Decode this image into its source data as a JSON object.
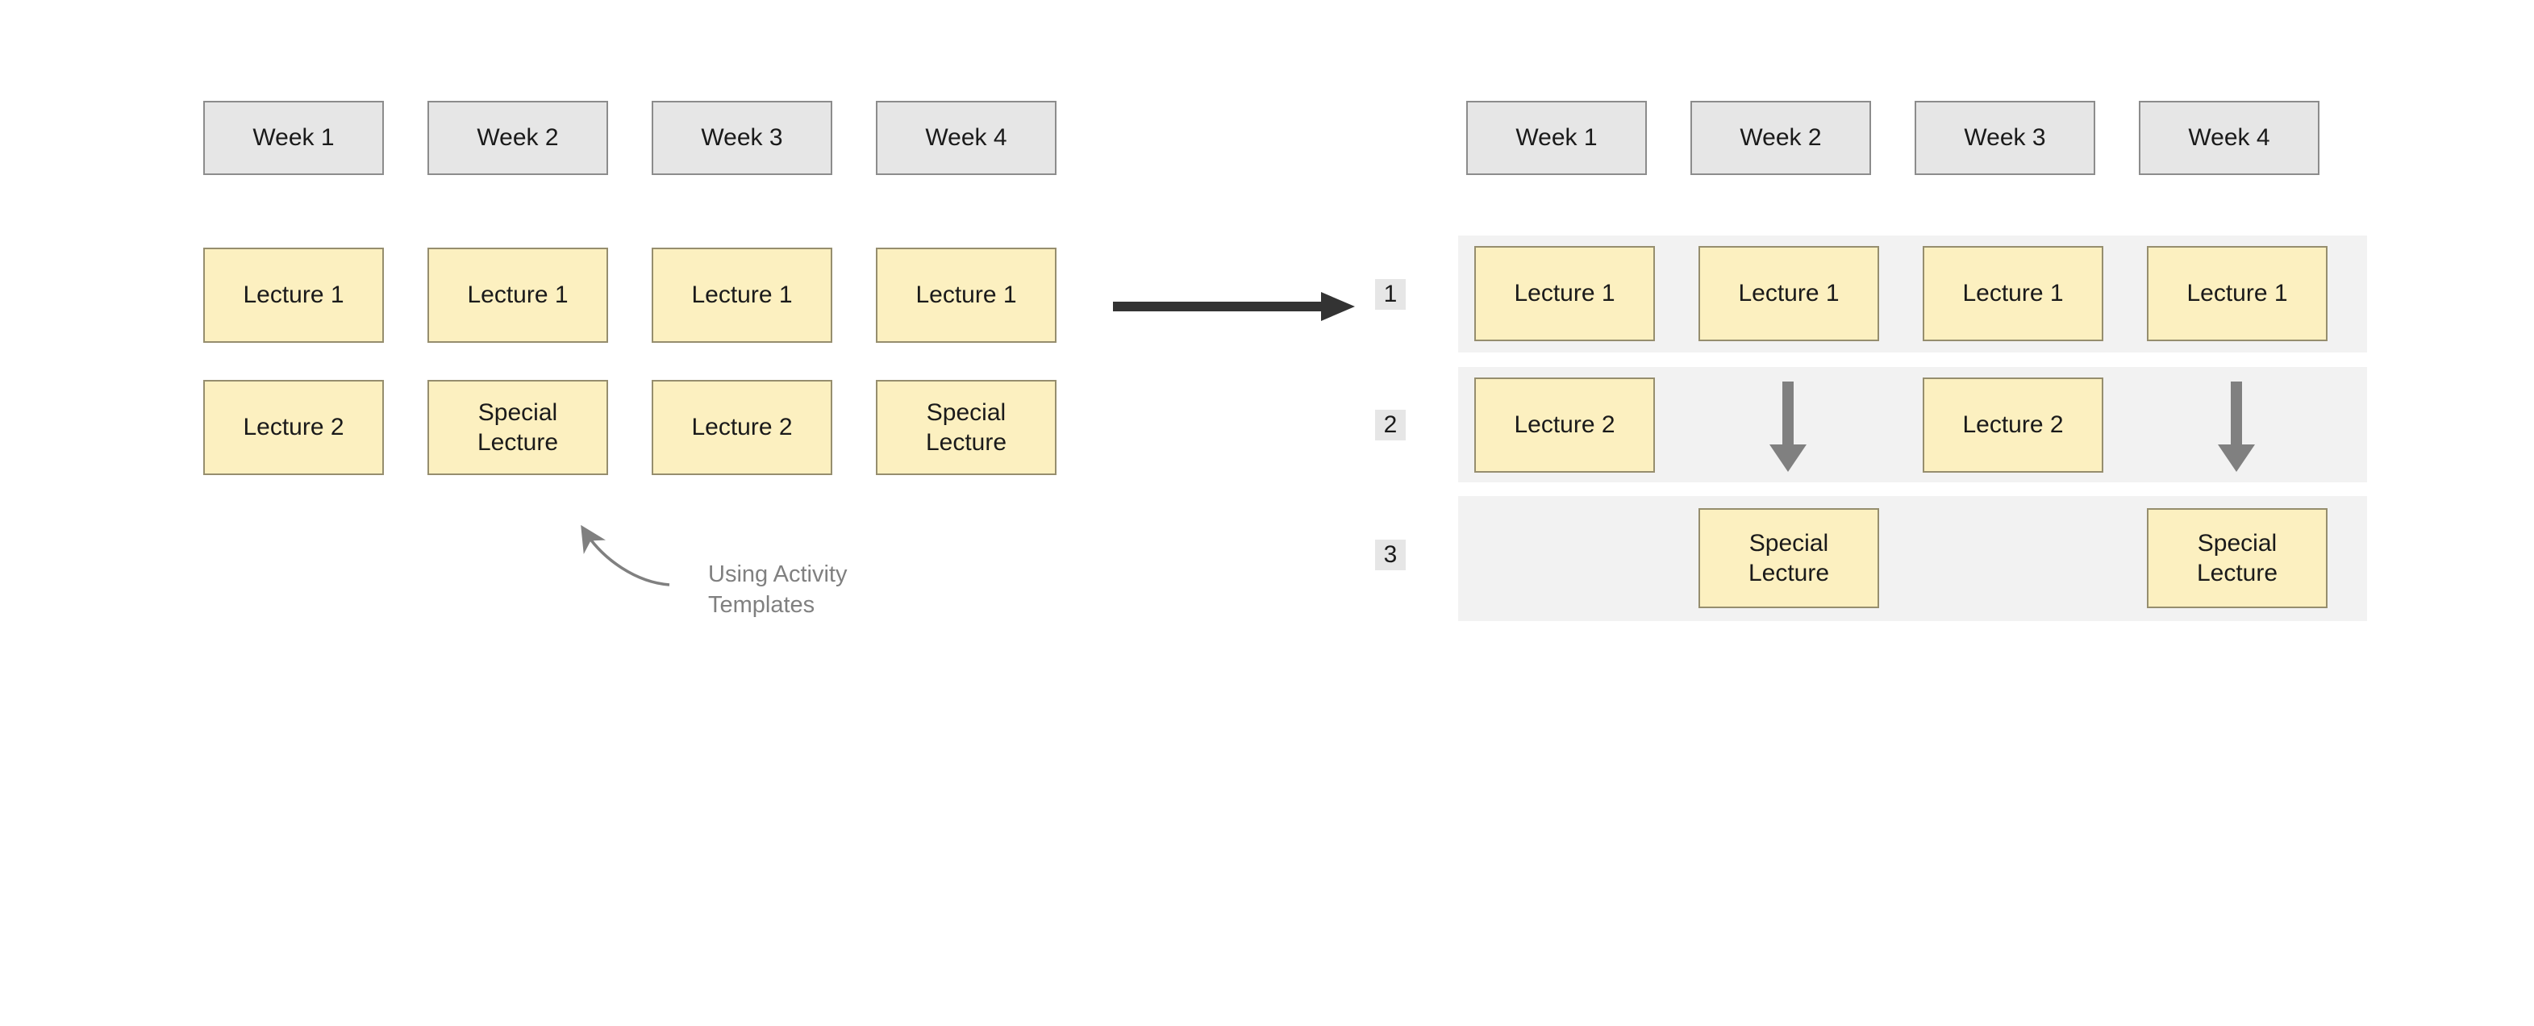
{
  "diagram": {
    "title": "Activity Templates Timetable Transformation",
    "colors": {
      "lecture_fill": "#FCF0C0",
      "lecture_border": "#968E6E",
      "week_fill": "#E6E6E6",
      "week_border": "#8C8C8C",
      "row_band": "#F2F2F2",
      "badge_fill": "#E6E6E6",
      "arrow_dark": "#333333",
      "arrow_gray": "#808080",
      "annotation_text": "#808080"
    }
  },
  "left_panel": {
    "week_headers": [
      {
        "label": "Week 1"
      },
      {
        "label": "Week 2"
      },
      {
        "label": "Week 3"
      },
      {
        "label": "Week 4"
      }
    ],
    "rows": [
      {
        "cells": [
          {
            "label": "Lecture 1"
          },
          {
            "label": "Lecture 1"
          },
          {
            "label": "Lecture 1"
          },
          {
            "label": "Lecture 1"
          }
        ]
      },
      {
        "cells": [
          {
            "label": "Lecture 2"
          },
          {
            "label": "Special\nLecture"
          },
          {
            "label": "Lecture 2"
          },
          {
            "label": "Special\nLecture"
          }
        ]
      }
    ]
  },
  "annotation": {
    "text": "Using Activity\nTemplates"
  },
  "transform_arrow": {
    "name": "transform-arrow",
    "direction": "right"
  },
  "right_panel": {
    "week_headers": [
      {
        "label": "Week 1"
      },
      {
        "label": "Week 2"
      },
      {
        "label": "Week 3"
      },
      {
        "label": "Week 4"
      }
    ],
    "row_badges": [
      {
        "label": "1"
      },
      {
        "label": "2"
      },
      {
        "label": "3"
      }
    ],
    "rows": [
      {
        "badge": "1",
        "cells": [
          {
            "type": "lecture",
            "label": "Lecture 1"
          },
          {
            "type": "lecture",
            "label": "Lecture 1"
          },
          {
            "type": "lecture",
            "label": "Lecture 1"
          },
          {
            "type": "lecture",
            "label": "Lecture 1"
          }
        ]
      },
      {
        "badge": "2",
        "cells": [
          {
            "type": "lecture",
            "label": "Lecture 2"
          },
          {
            "type": "down-arrow",
            "label": ""
          },
          {
            "type": "lecture",
            "label": "Lecture 2"
          },
          {
            "type": "down-arrow",
            "label": ""
          }
        ]
      },
      {
        "badge": "3",
        "cells": [
          {
            "type": "empty",
            "label": ""
          },
          {
            "type": "lecture",
            "label": "Special\nLecture"
          },
          {
            "type": "empty",
            "label": ""
          },
          {
            "type": "lecture",
            "label": "Special\nLecture"
          }
        ]
      }
    ]
  }
}
